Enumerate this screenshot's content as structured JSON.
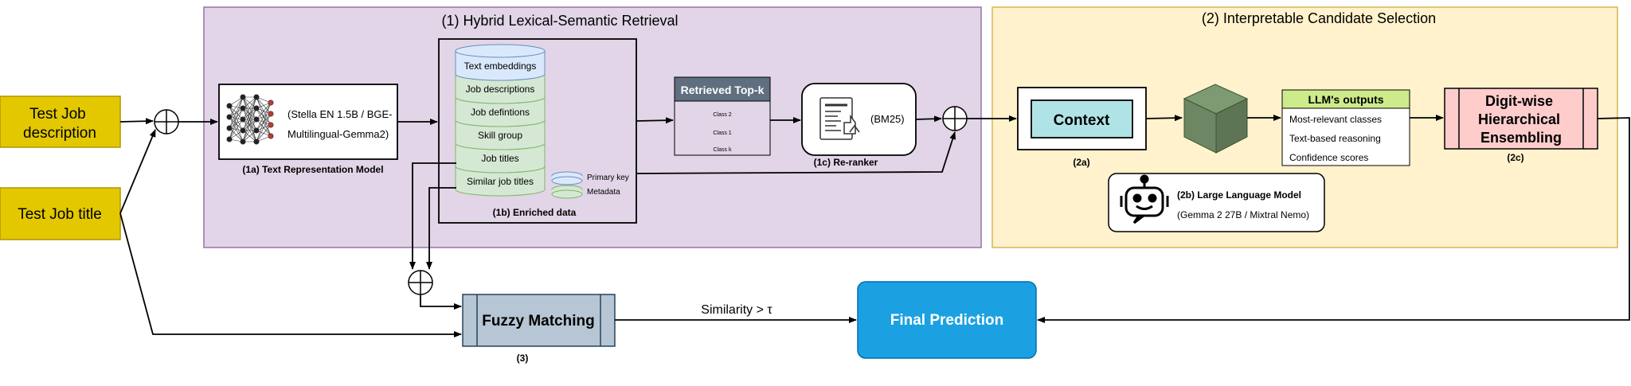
{
  "inputs": {
    "description": [
      "Test Job",
      "description"
    ],
    "title": "Test Job title"
  },
  "section1": {
    "title": "(1) Hybrid Lexical-Semantic Retrieval",
    "model_text": [
      "(Stella EN 1.5B / BGE-",
      "Multilingual-Gemma2)"
    ],
    "model_caption": "(1a) Text Representation Model",
    "db_layers": [
      "Text embeddings",
      "Job descriptions",
      "Job defintions",
      "Skill group",
      "Job titles",
      "Similar job titles"
    ],
    "db_legend": [
      "Primary key",
      "Metadata"
    ],
    "db_caption": "(1b) Enriched data",
    "topk_title": "Retrieved Top-k",
    "topk_items": [
      "Class 2",
      "Class 1",
      "Class k"
    ],
    "reranker_text": "(BM25)",
    "reranker_caption": "(1c) Re-ranker"
  },
  "section2": {
    "title": "(2) Interpretable Candidate Selection",
    "context_label": "Context",
    "context_caption": "(2a)",
    "outputs_title": "LLM's outputs",
    "outputs_items": [
      "Most-relevant classes",
      "Text-based reasoning",
      "Confidence scores"
    ],
    "ensemble_label": [
      "Digit-wise",
      "Hierarchical",
      "Ensembling"
    ],
    "ensemble_caption": "(2c)",
    "llm_title": "(2b) Large Language Model",
    "llm_sub": "(Gemma 2 27B / Mixtral Nemo)"
  },
  "bottom": {
    "fuzzy_label": "Fuzzy Matching",
    "fuzzy_caption": "(3)",
    "similarity": "Similarity > τ",
    "final_label": "Final Prediction"
  },
  "colors": {
    "input_fill": "#e3c800",
    "section1_fill": "#e1d5e7",
    "section2_fill": "#fff2cc",
    "db_green": "#d5e8d4",
    "db_blue": "#dae8fc",
    "topk_header": "#5f6f80",
    "context_fill": "#b0e3e6",
    "cube_green": "#6d8764",
    "outputs_header": "#cdeb8b",
    "ensemble_fill": "#ffcccc",
    "fuzzy_fill": "#b7c6d4",
    "final_fill": "#1ba1e2"
  }
}
